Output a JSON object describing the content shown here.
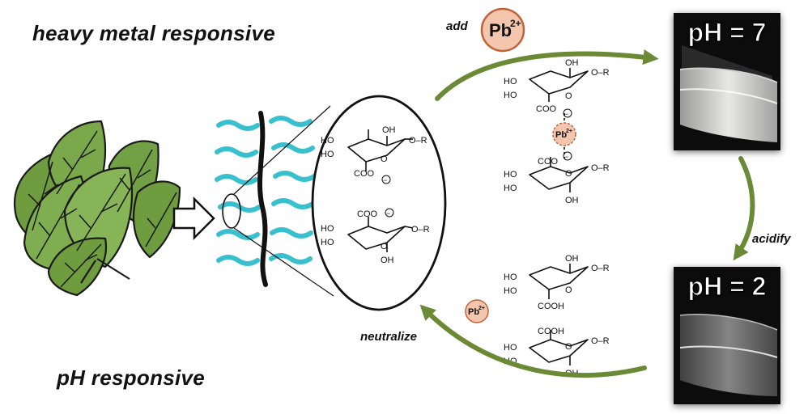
{
  "labels": {
    "heavy_metal": "heavy metal responsive",
    "ph_responsive": "pH responsive",
    "add": "add",
    "acidify": "acidify",
    "neutralize": "neutralize"
  },
  "ions": {
    "large": {
      "symbol": "Pb",
      "charge": "2+"
    },
    "bridge": {
      "symbol": "Pb",
      "charge": "2+"
    },
    "free": {
      "symbol": "Pb",
      "charge": "2+"
    }
  },
  "photos": {
    "neutral": {
      "label": "pH = 7"
    },
    "acidic": {
      "label": "pH = 2"
    }
  },
  "chemistry": {
    "ho": "HO",
    "oh": "OH",
    "or": "O–R",
    "o": "O",
    "coo": "COO",
    "cooh": "COOH",
    "minus": "−"
  },
  "colors": {
    "arrow_green": "#6a8a35",
    "ion_fill": "#f3c6ad",
    "ion_stroke": "#c0623a",
    "fiber_cyan": "#39c0cf",
    "leaf_green": "#7aa84a",
    "leaf_dark": "#3f6f22"
  }
}
